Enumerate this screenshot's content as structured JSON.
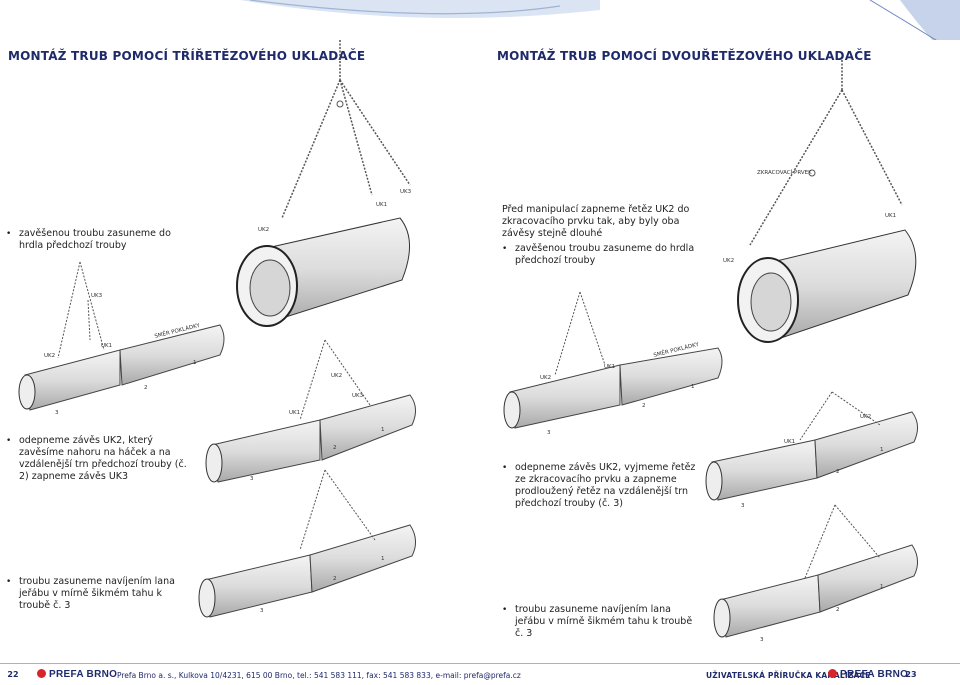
{
  "left": {
    "heading": "MONTÁŽ TRUB POMOCÍ TŘÍŘETĚZOVÉHO UKLADAČE",
    "bullets": [
      "zavěšenou troubu zasuneme do hrdla předchozí trouby",
      "odepneme závěs UK2, který zavěsíme nahoru na háček a na vzdálenější trn předchozí trouby (č. 2) zapneme závěs UK3",
      "troubu zasuneme navíjením lana jeřábu v mírně šikmém tahu k troubě č. 3"
    ],
    "labels": {
      "uk1": "UK1",
      "uk2": "UK2",
      "uk3": "UK3",
      "direction": "SMĚR POKLÁDKY",
      "n1": "1",
      "n2": "2",
      "n3": "3"
    }
  },
  "right": {
    "heading": "MONTÁŽ TRUB POMOCÍ DVOUŘETĚZOVÉHO UKLADAČE",
    "intro": "Před manipulací zapneme řetěz UK2 do zkracovacího prvku tak, aby byly oba závěsy stejně dlouhé",
    "bullets": [
      "zavěšenou troubu zasuneme do hrdla předchozí trouby",
      "odepneme závěs UK2, vyjmeme řetěz ze zkracovacího prvku a zapneme prodloužený řetěz na vzdálenější trn předchozí trouby (č. 3)",
      "troubu zasuneme navíjením lana jeřábu v mírně šikmém tahu k troubě č. 3"
    ],
    "labels": {
      "shortener": "ZKRACOVACÍ PRVEK",
      "uk1": "UK1",
      "uk2": "UK2",
      "direction": "SMĚR POKLÁDKY",
      "n1": "1",
      "n2": "2",
      "n3": "3"
    }
  },
  "footer": {
    "page_left": "22",
    "page_right": "23",
    "brand": "PREFA BRNO",
    "contact": "Prefa Brno a. s., Kulkova 10/4231, 615 00 Brno, tel.: 541 583 111, fax: 541 583 833, e-mail: prefa@prefa.cz",
    "guide": "UŽIVATELSKÁ PŘÍRUČKA KANALIZACE",
    "accent": "#1f2a6b",
    "brand_red": "#d7262b"
  }
}
